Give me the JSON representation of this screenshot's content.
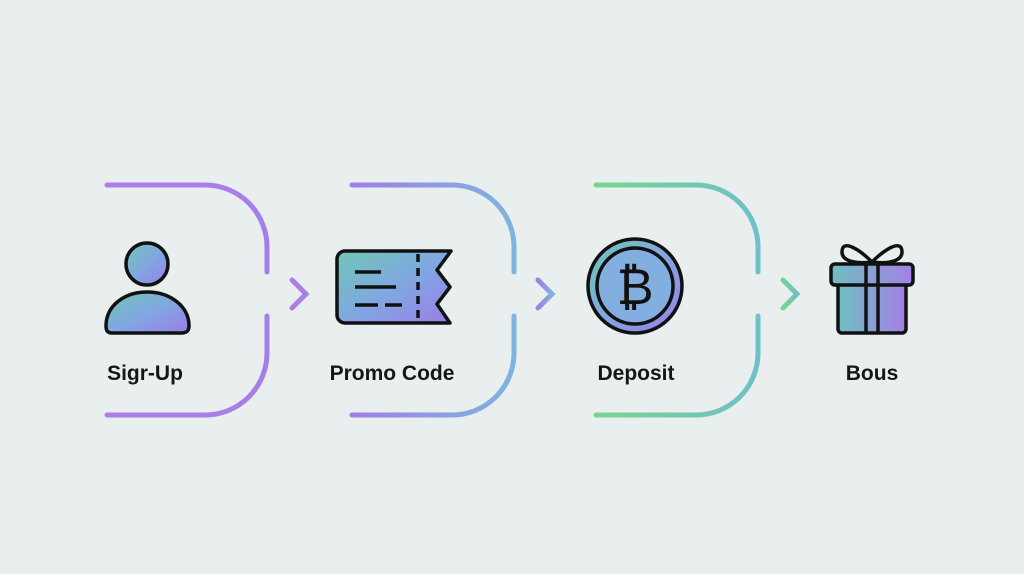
{
  "diagram": {
    "type": "process-flow",
    "steps": [
      {
        "label": "Sigr-Up",
        "icon": "user-icon"
      },
      {
        "label": "Promo Code",
        "icon": "ticket-icon"
      },
      {
        "label": "Deposit",
        "icon": "bitcoin-icon"
      },
      {
        "label": "Bous",
        "icon": "gift-icon"
      }
    ],
    "colors": {
      "background": "#e9eeee",
      "purple": "#a57fe8",
      "blue": "#7fb4e0",
      "teal": "#6fc0c8",
      "green": "#79d48f",
      "outline": "#111111"
    }
  }
}
